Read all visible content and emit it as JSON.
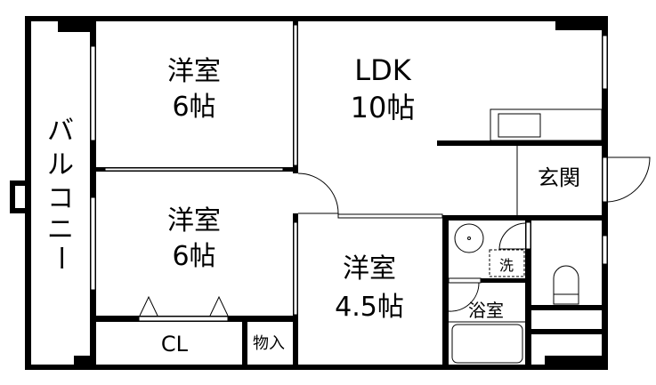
{
  "rooms": {
    "balcony": {
      "label": [
        "バ",
        "ル",
        "コ",
        "ニ",
        "ー"
      ]
    },
    "western_room_1": {
      "name": "洋室",
      "size": "6帖"
    },
    "western_room_2": {
      "name": "洋室",
      "size": "6帖"
    },
    "ldk": {
      "name": "LDK",
      "size": "10帖"
    },
    "western_room_3": {
      "name": "洋室",
      "size": "4.5帖"
    },
    "closet": {
      "label": "CL"
    },
    "storage": {
      "label": "物入"
    },
    "entrance": {
      "label": "玄関"
    },
    "washer": {
      "label": "洗"
    },
    "bathroom": {
      "label": "浴室"
    }
  },
  "colors": {
    "wall": "#000000",
    "background": "#ffffff"
  }
}
